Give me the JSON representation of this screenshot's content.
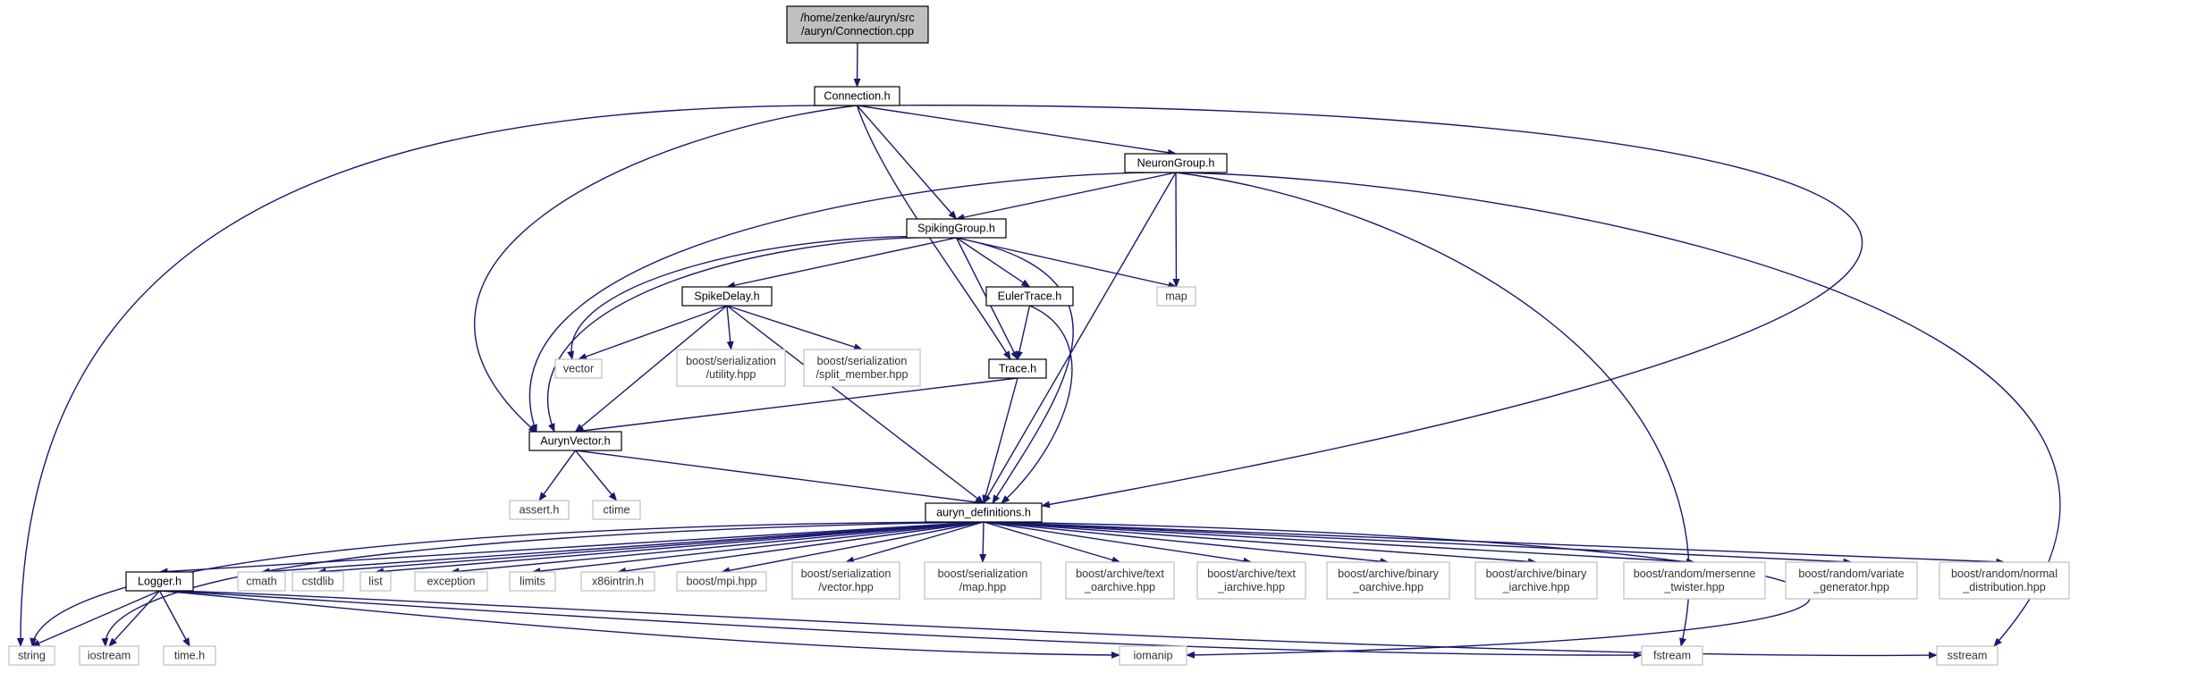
{
  "graph": {
    "nodes": [
      {
        "id": "root",
        "lines": [
          "/home/zenke/auryn/src",
          "/auryn/Connection.cpp"
        ],
        "style": "root"
      },
      {
        "id": "connection_h",
        "lines": [
          "Connection.h"
        ],
        "style": "file"
      },
      {
        "id": "neurongroup_h",
        "lines": [
          "NeuronGroup.h"
        ],
        "style": "file"
      },
      {
        "id": "spikinggroup_h",
        "lines": [
          "SpikingGroup.h"
        ],
        "style": "file"
      },
      {
        "id": "spikedelay_h",
        "lines": [
          "SpikeDelay.h"
        ],
        "style": "file"
      },
      {
        "id": "eulertrace_h",
        "lines": [
          "EulerTrace.h"
        ],
        "style": "file"
      },
      {
        "id": "trace_h",
        "lines": [
          "Trace.h"
        ],
        "style": "file"
      },
      {
        "id": "aurynvector_h",
        "lines": [
          "AurynVector.h"
        ],
        "style": "file"
      },
      {
        "id": "auryn_definitions_h",
        "lines": [
          "auryn_definitions.h"
        ],
        "style": "file"
      },
      {
        "id": "logger_h",
        "lines": [
          "Logger.h"
        ],
        "style": "file"
      },
      {
        "id": "map",
        "lines": [
          "map"
        ],
        "style": "system"
      },
      {
        "id": "vector",
        "lines": [
          "vector"
        ],
        "style": "system"
      },
      {
        "id": "bs_utility",
        "lines": [
          "boost/serialization",
          "/utility.hpp"
        ],
        "style": "system"
      },
      {
        "id": "bs_split_member",
        "lines": [
          "boost/serialization",
          "/split_member.hpp"
        ],
        "style": "system"
      },
      {
        "id": "assert_h",
        "lines": [
          "assert.h"
        ],
        "style": "system"
      },
      {
        "id": "ctime",
        "lines": [
          "ctime"
        ],
        "style": "system"
      },
      {
        "id": "string",
        "lines": [
          "string"
        ],
        "style": "system"
      },
      {
        "id": "iostream",
        "lines": [
          "iostream"
        ],
        "style": "system"
      },
      {
        "id": "time_h",
        "lines": [
          "time.h"
        ],
        "style": "system"
      },
      {
        "id": "cmath",
        "lines": [
          "cmath"
        ],
        "style": "system"
      },
      {
        "id": "cstdlib",
        "lines": [
          "cstdlib"
        ],
        "style": "system"
      },
      {
        "id": "list",
        "lines": [
          "list"
        ],
        "style": "system"
      },
      {
        "id": "exception",
        "lines": [
          "exception"
        ],
        "style": "system"
      },
      {
        "id": "limits",
        "lines": [
          "limits"
        ],
        "style": "system"
      },
      {
        "id": "x86intrin_h",
        "lines": [
          "x86intrin.h"
        ],
        "style": "system"
      },
      {
        "id": "boost_mpi",
        "lines": [
          "boost/mpi.hpp"
        ],
        "style": "system"
      },
      {
        "id": "bs_vector",
        "lines": [
          "boost/serialization",
          "/vector.hpp"
        ],
        "style": "system"
      },
      {
        "id": "bs_map",
        "lines": [
          "boost/serialization",
          "/map.hpp"
        ],
        "style": "system"
      },
      {
        "id": "ba_text_oarchive",
        "lines": [
          "boost/archive/text",
          "_oarchive.hpp"
        ],
        "style": "system"
      },
      {
        "id": "ba_text_iarchive",
        "lines": [
          "boost/archive/text",
          "_iarchive.hpp"
        ],
        "style": "system"
      },
      {
        "id": "ba_binary_oarchive",
        "lines": [
          "boost/archive/binary",
          "_oarchive.hpp"
        ],
        "style": "system"
      },
      {
        "id": "ba_binary_iarchive",
        "lines": [
          "boost/archive/binary",
          "_iarchive.hpp"
        ],
        "style": "system"
      },
      {
        "id": "br_mersenne",
        "lines": [
          "boost/random/mersenne",
          "_twister.hpp"
        ],
        "style": "system"
      },
      {
        "id": "br_variate",
        "lines": [
          "boost/random/variate",
          "_generator.hpp"
        ],
        "style": "system"
      },
      {
        "id": "br_normal",
        "lines": [
          "boost/random/normal",
          "_distribution.hpp"
        ],
        "style": "system"
      },
      {
        "id": "iomanip",
        "lines": [
          "iomanip"
        ],
        "style": "system"
      },
      {
        "id": "fstream",
        "lines": [
          "fstream"
        ],
        "style": "system"
      },
      {
        "id": "sstream",
        "lines": [
          "sstream"
        ],
        "style": "system"
      }
    ],
    "edges": [
      {
        "from": "root",
        "to": "connection_h"
      },
      {
        "from": "connection_h",
        "to": "string"
      },
      {
        "from": "connection_h",
        "to": "aurynvector_h"
      },
      {
        "from": "connection_h",
        "to": "spikinggroup_h"
      },
      {
        "from": "connection_h",
        "to": "trace_h"
      },
      {
        "from": "connection_h",
        "to": "neurongroup_h"
      },
      {
        "from": "connection_h",
        "to": "auryn_definitions_h"
      },
      {
        "from": "neurongroup_h",
        "to": "spikinggroup_h"
      },
      {
        "from": "neurongroup_h",
        "to": "aurynvector_h"
      },
      {
        "from": "neurongroup_h",
        "to": "map"
      },
      {
        "from": "neurongroup_h",
        "to": "auryn_definitions_h"
      },
      {
        "from": "neurongroup_h",
        "to": "fstream"
      },
      {
        "from": "neurongroup_h",
        "to": "sstream"
      },
      {
        "from": "spikinggroup_h",
        "to": "spikedelay_h"
      },
      {
        "from": "spikinggroup_h",
        "to": "eulertrace_h"
      },
      {
        "from": "spikinggroup_h",
        "to": "trace_h"
      },
      {
        "from": "spikinggroup_h",
        "to": "map"
      },
      {
        "from": "spikinggroup_h",
        "to": "vector"
      },
      {
        "from": "spikinggroup_h",
        "to": "aurynvector_h"
      },
      {
        "from": "spikinggroup_h",
        "to": "auryn_definitions_h"
      },
      {
        "from": "spikedelay_h",
        "to": "vector"
      },
      {
        "from": "spikedelay_h",
        "to": "bs_utility"
      },
      {
        "from": "spikedelay_h",
        "to": "bs_split_member"
      },
      {
        "from": "spikedelay_h",
        "to": "aurynvector_h"
      },
      {
        "from": "spikedelay_h",
        "to": "auryn_definitions_h"
      },
      {
        "from": "eulertrace_h",
        "to": "trace_h"
      },
      {
        "from": "eulertrace_h",
        "to": "auryn_definitions_h"
      },
      {
        "from": "trace_h",
        "to": "aurynvector_h"
      },
      {
        "from": "trace_h",
        "to": "auryn_definitions_h"
      },
      {
        "from": "aurynvector_h",
        "to": "assert_h"
      },
      {
        "from": "aurynvector_h",
        "to": "ctime"
      },
      {
        "from": "aurynvector_h",
        "to": "auryn_definitions_h"
      },
      {
        "from": "auryn_definitions_h",
        "to": "logger_h"
      },
      {
        "from": "auryn_definitions_h",
        "to": "string"
      },
      {
        "from": "auryn_definitions_h",
        "to": "iostream"
      },
      {
        "from": "auryn_definitions_h",
        "to": "cmath"
      },
      {
        "from": "auryn_definitions_h",
        "to": "cstdlib"
      },
      {
        "from": "auryn_definitions_h",
        "to": "list"
      },
      {
        "from": "auryn_definitions_h",
        "to": "exception"
      },
      {
        "from": "auryn_definitions_h",
        "to": "limits"
      },
      {
        "from": "auryn_definitions_h",
        "to": "x86intrin_h"
      },
      {
        "from": "auryn_definitions_h",
        "to": "boost_mpi"
      },
      {
        "from": "auryn_definitions_h",
        "to": "bs_vector"
      },
      {
        "from": "auryn_definitions_h",
        "to": "bs_map"
      },
      {
        "from": "auryn_definitions_h",
        "to": "ba_text_oarchive"
      },
      {
        "from": "auryn_definitions_h",
        "to": "ba_text_iarchive"
      },
      {
        "from": "auryn_definitions_h",
        "to": "ba_binary_oarchive"
      },
      {
        "from": "auryn_definitions_h",
        "to": "ba_binary_iarchive"
      },
      {
        "from": "auryn_definitions_h",
        "to": "br_mersenne"
      },
      {
        "from": "auryn_definitions_h",
        "to": "br_variate"
      },
      {
        "from": "auryn_definitions_h",
        "to": "br_normal"
      },
      {
        "from": "auryn_definitions_h",
        "to": "iomanip"
      },
      {
        "from": "logger_h",
        "to": "string"
      },
      {
        "from": "logger_h",
        "to": "iostream"
      },
      {
        "from": "logger_h",
        "to": "time_h"
      },
      {
        "from": "logger_h",
        "to": "iomanip"
      },
      {
        "from": "logger_h",
        "to": "fstream"
      },
      {
        "from": "logger_h",
        "to": "sstream"
      }
    ]
  },
  "colors": {
    "edge": "#191970",
    "root_fill": "#bfbfbf",
    "file_border": "#000000",
    "system_border": "#bfbfbf",
    "text_file": "#000000",
    "text_system": "#333333"
  }
}
